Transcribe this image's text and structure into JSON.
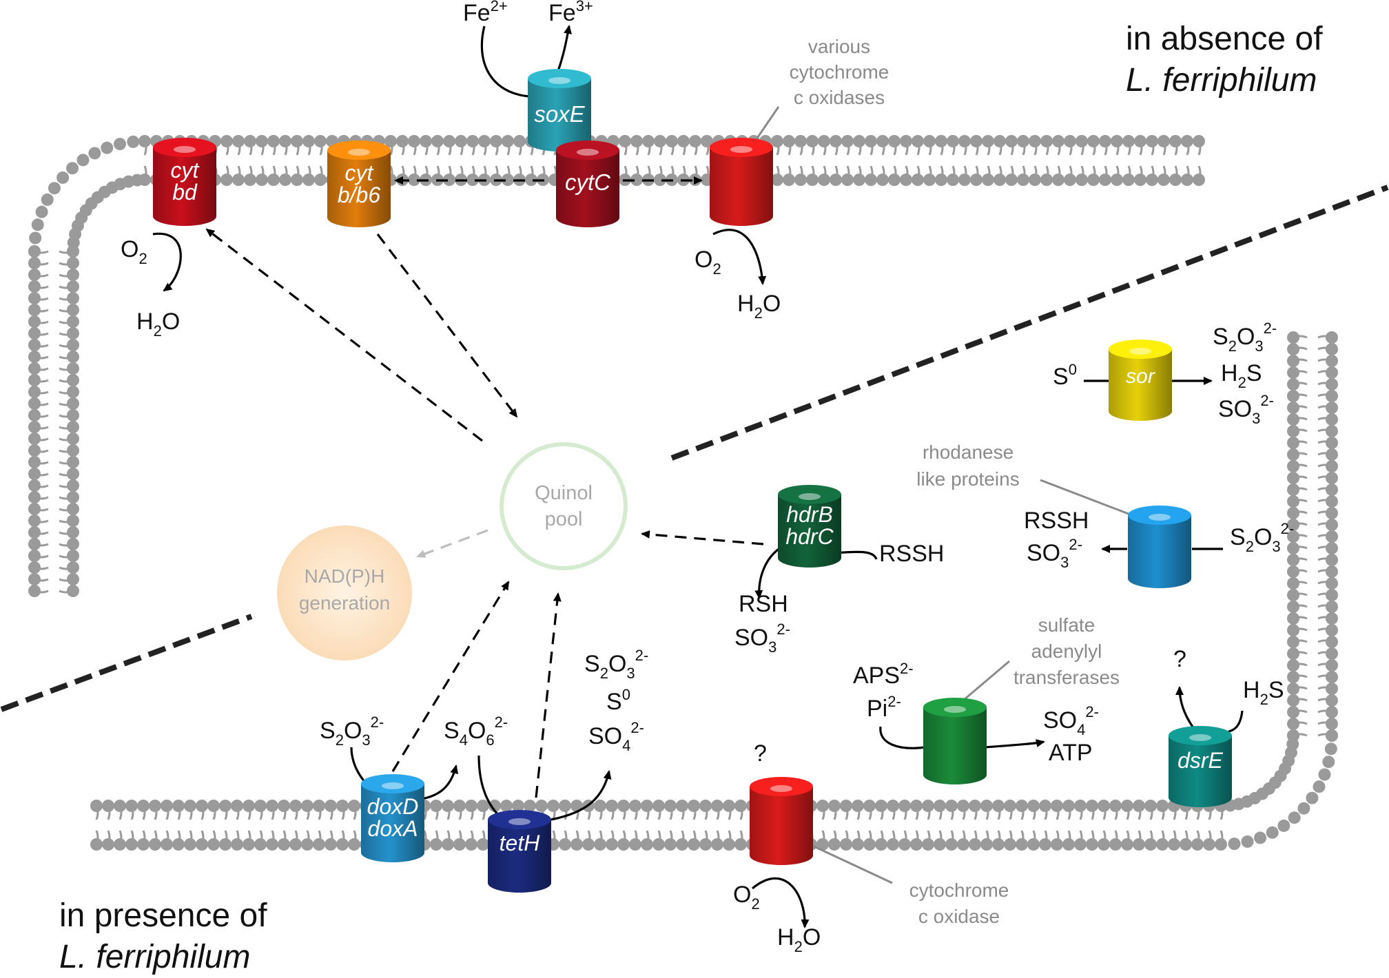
{
  "regions": {
    "absence_line1": "in absence of",
    "absence_line2": "L. ferriphilum",
    "presence_line1": "in presence of",
    "presence_line2": "L. ferriphilum"
  },
  "proteins": {
    "cyt_bd": [
      "cyt",
      "bd"
    ],
    "cyt_b_b6": [
      "cyt",
      "b/b6"
    ],
    "cytC": "cytC",
    "soxE": "soxE",
    "sor": "sor",
    "hdr": [
      "hdrB",
      "hdrC"
    ],
    "dox": [
      "doxD",
      "doxA"
    ],
    "tetH": "tetH",
    "dsrE": "dsrE"
  },
  "pools": {
    "quinol": [
      "Quinol",
      "pool"
    ],
    "nadph": [
      "NAD(P)H",
      "generation"
    ]
  },
  "annotations": {
    "various_cox": [
      "various",
      "cytochrome",
      "c oxidases"
    ],
    "rhodanese": [
      "rhodanese",
      "like proteins"
    ],
    "sat": [
      "sulfate",
      "adenylyl",
      "transferases"
    ],
    "cox": [
      "cytochrome",
      "c oxidase"
    ]
  },
  "chemicals": {
    "fe2": {
      "base": "Fe",
      "sup": "2+"
    },
    "fe3": {
      "base": "Fe",
      "sup": "3+"
    },
    "o2": {
      "base": "O",
      "sub": "2"
    },
    "h2o": {
      "a": "H",
      "sub": "2",
      "b": "O"
    },
    "s0": {
      "base": "S",
      "sup": "0"
    },
    "s2o3": {
      "s": "S",
      "s_sub": "2",
      "o": "O",
      "o_sub": "3",
      "charge": "2-"
    },
    "h2s": {
      "a": "H",
      "sub": "2",
      "b": "S"
    },
    "so3": {
      "base": "SO",
      "sub": "3",
      "charge": "2-"
    },
    "so4": {
      "base": "SO",
      "sub": "4",
      "charge": "2-"
    },
    "s4o6": {
      "s": "S",
      "s_sub": "4",
      "o": "O",
      "o_sub": "6",
      "charge": "2-"
    },
    "rssh": "RSSH",
    "rsh": "RSH",
    "aps": {
      "base": "APS",
      "sup": "2-"
    },
    "pi": {
      "base": "Pi",
      "sup": "2-"
    },
    "atp": "ATP",
    "unknown": "?"
  },
  "colors": {
    "membrane": "#9a9a9a",
    "cyt_bd": "#c8101c",
    "cyt_b_b6": "#e07d0c",
    "cytC": "#a2101e",
    "soxE": "#2aa3b5",
    "cox": "#d81b1b",
    "sor": "#e6d10a",
    "hdr": "#12633a",
    "rhodanese": "#1f8fcf",
    "dox": "#2592cc",
    "tetH": "#1c2b80",
    "sat": "#1b8b3a",
    "dsrE": "#0f8a84",
    "quinol_ring": "#cfe8c9",
    "nadph_fill": "#fce5cc",
    "pool_text": "#a8a8a8"
  }
}
